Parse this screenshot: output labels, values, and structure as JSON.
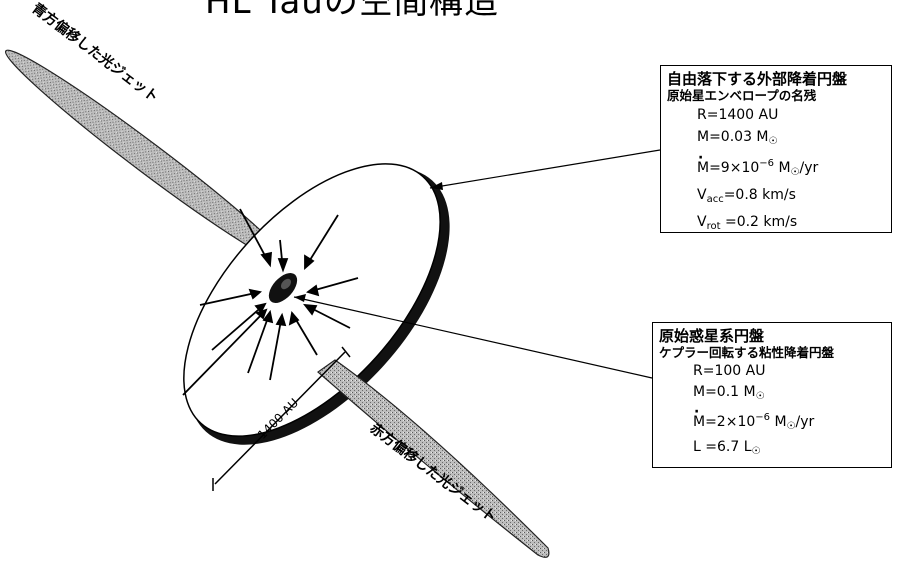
{
  "title": "HL Tauの空間構造",
  "jets": {
    "blue": "青方偏移した光ジェット",
    "red": "赤方偏移した光ジェット"
  },
  "scale_label": "1400 AU",
  "outer_disk": {
    "heading": "自由落下する外部降着円盤",
    "subheading": "原始星エンベロープの名残",
    "r": "R=1400 AU",
    "m_prefix": "M=0.03 M",
    "mdot_prefix": "M=9×10",
    "mdot_exp": "−6",
    "mdot_unit": " M",
    "mdot_suffix": "/yr",
    "v": "V",
    "vacc_sub": "acc",
    "vacc_value": "=0.8 km/s",
    "vrot_sub": "rot",
    "vrot_value": " =0.2 km/s"
  },
  "inner_disk": {
    "heading": "原始惑星系円盤",
    "subheading": "ケプラー回転する粘性降着円盤",
    "r": "R=100 AU",
    "m_prefix": "M=0.1 M",
    "mdot_prefix": "M=2×10",
    "mdot_exp": "−6",
    "mdot_unit": " M",
    "mdot_suffix": "/yr",
    "l_prefix": "L =6.7 L"
  },
  "sun_symbol": "☉"
}
